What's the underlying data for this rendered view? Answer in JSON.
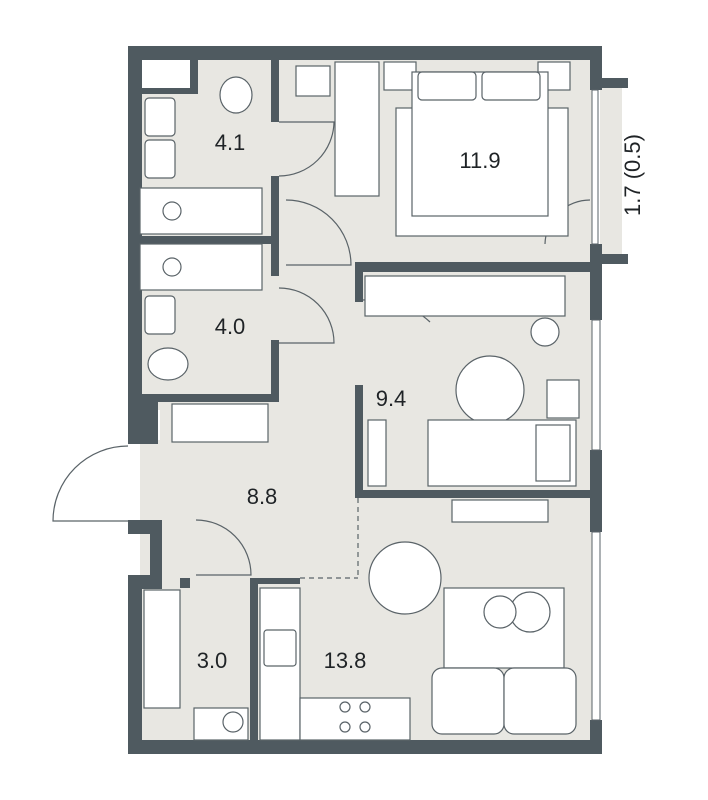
{
  "plan": {
    "rooms": [
      {
        "id": "bathroom-1",
        "area": "4.1"
      },
      {
        "id": "bedroom-1",
        "area": "11.9"
      },
      {
        "id": "balcony",
        "area": "1.7 (0.5)"
      },
      {
        "id": "bathroom-2",
        "area": "4.0"
      },
      {
        "id": "bedroom-2",
        "area": "9.4"
      },
      {
        "id": "hallway",
        "area": "8.8"
      },
      {
        "id": "storage",
        "area": "3.0"
      },
      {
        "id": "kitchen-living",
        "area": "13.8"
      }
    ],
    "colors": {
      "wall": "#4f5a60",
      "floor": "#e8e7e2"
    }
  }
}
